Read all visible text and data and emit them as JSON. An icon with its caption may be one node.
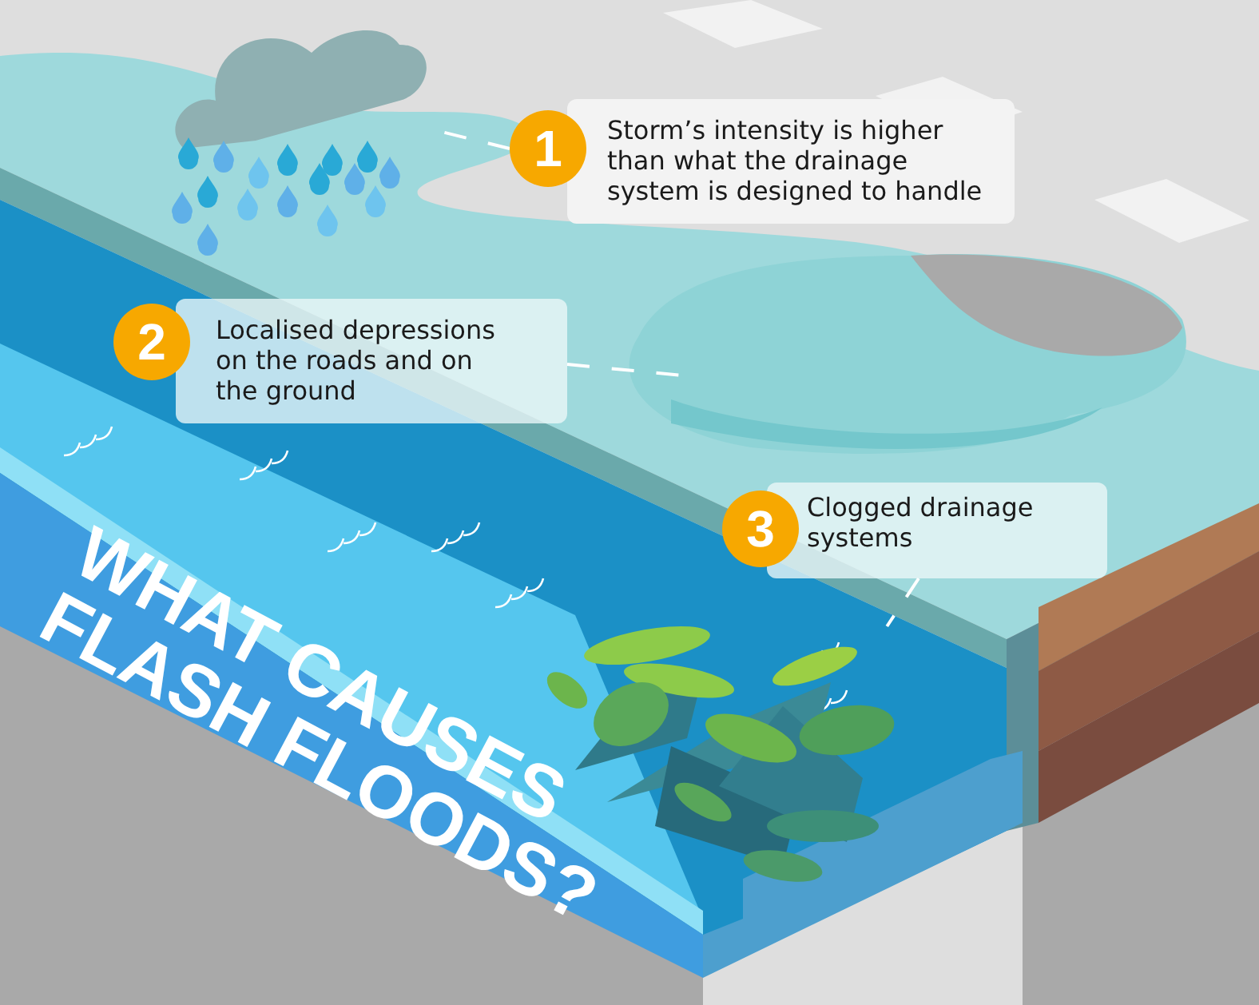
{
  "diagram": {
    "title": "WHAT CAUSES FLASH FLOODS?",
    "nodes": [
      {
        "text": [
          "1",
          "Storm’s intensity is higher than what the drainage system is designed to handle"
        ]
      },
      {
        "text": [],
        "shape": "cloud"
      },
      {
        "text": [
          "2",
          "Localised depressions on the roads and on the ground"
        ]
      },
      {
        "text": [],
        "shape": "picture"
      },
      {
        "text": [
          "3",
          "Clogged drainage systems"
        ]
      },
      {
        "text": [],
        "shape": "picture"
      }
    ],
    "edges": [
      {
        "from": 0,
        "to": 1,
        "arrow": "none",
        "style": "dashed"
      },
      {
        "from": 2,
        "to": 3,
        "arrow": "none",
        "style": "dashed"
      },
      {
        "from": 4,
        "to": 5,
        "arrow": "none",
        "style": "dashed"
      }
    ]
  }
}
